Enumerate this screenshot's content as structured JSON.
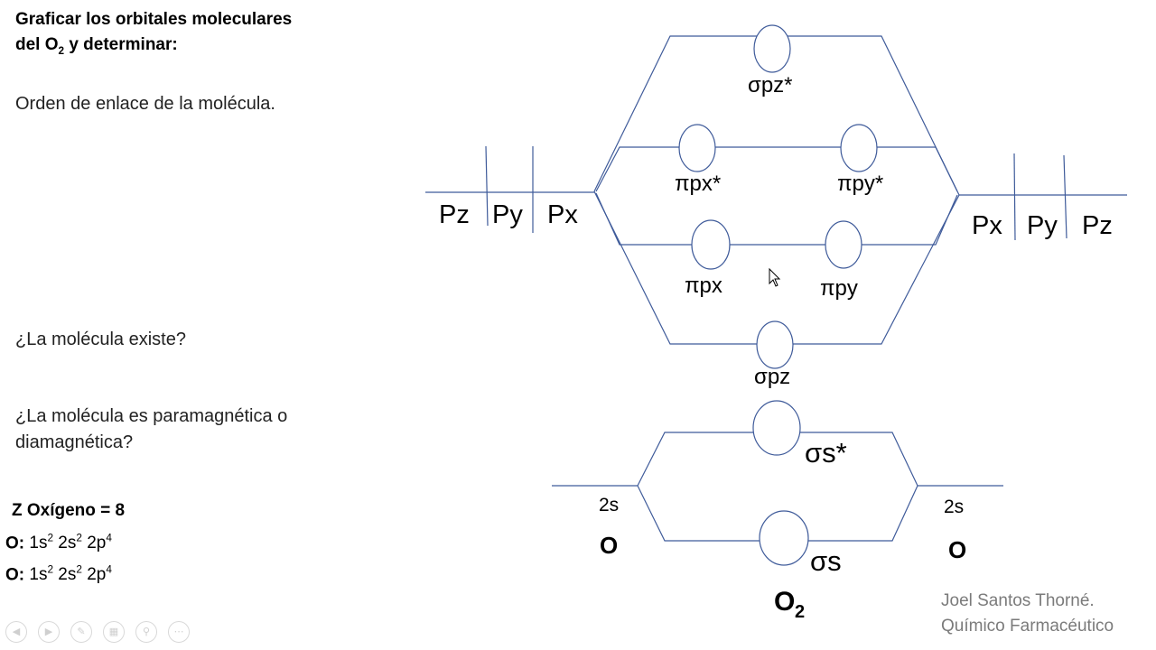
{
  "title": {
    "line1": "Graficar los orbitales moleculares",
    "line2_prefix": "del O",
    "line2_sub": "2",
    "line2_suffix": " y determinar:"
  },
  "questions": {
    "bond_order": "Orden de enlace de la molécula.",
    "exists": "¿La molécula existe?",
    "magnetic_line1": "¿La molécula es paramagnética o",
    "magnetic_line2": "diamagnética?"
  },
  "oxygen": {
    "z_label": "Z Oxígeno = 8",
    "config_label": "O:",
    "config_parts": [
      {
        "base": "1s",
        "sup": "2"
      },
      {
        "base": "2s",
        "sup": "2"
      },
      {
        "base": "2p",
        "sup": "4"
      }
    ]
  },
  "diagram": {
    "left_p": [
      "Pz",
      "Py",
      "Px"
    ],
    "right_p": [
      "Px",
      "Py",
      "Pz"
    ],
    "mo": {
      "sigma_pz_star": "σpz*",
      "pi_px_star": "πpx*",
      "pi_py_star": "πpy*",
      "pi_px": "πpx",
      "pi_py": "πpy",
      "sigma_pz": "σpz",
      "sigma_s_star": "σs*",
      "sigma_s": "σs"
    },
    "left_2s": "2s",
    "right_2s": "2s",
    "left_atom": "O",
    "right_atom": "O",
    "molecule_base": "O",
    "molecule_sub": "2"
  },
  "author": {
    "line1": "Joel Santos Thorné.",
    "line2": "Químico Farmacéutico"
  },
  "colors": {
    "lines": "#3f5b9a",
    "author": "#7b7b7b"
  },
  "controls": [
    "back-icon",
    "forward-icon",
    "pen-icon",
    "slides-icon",
    "zoom-icon",
    "more-icon"
  ]
}
